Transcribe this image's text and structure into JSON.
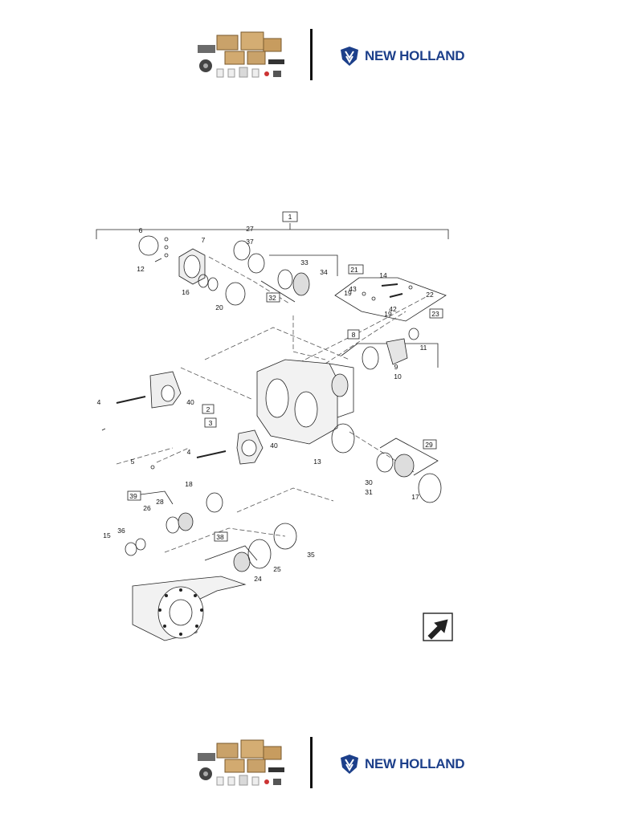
{
  "brand": {
    "name": "NEW HOLLAND"
  },
  "diagram": {
    "callouts": [
      "1",
      "2",
      "3",
      "4",
      "4",
      "5",
      "6",
      "7",
      "8",
      "9",
      "10",
      "11",
      "12",
      "13",
      "14",
      "15",
      "16",
      "17",
      "18",
      "19",
      "19",
      "20",
      "21",
      "22",
      "23",
      "24",
      "25",
      "26",
      "27",
      "28",
      "29",
      "30",
      "31",
      "32",
      "33",
      "34",
      "35",
      "36",
      "37",
      "38",
      "39",
      "40",
      "40",
      "42",
      "43"
    ]
  }
}
